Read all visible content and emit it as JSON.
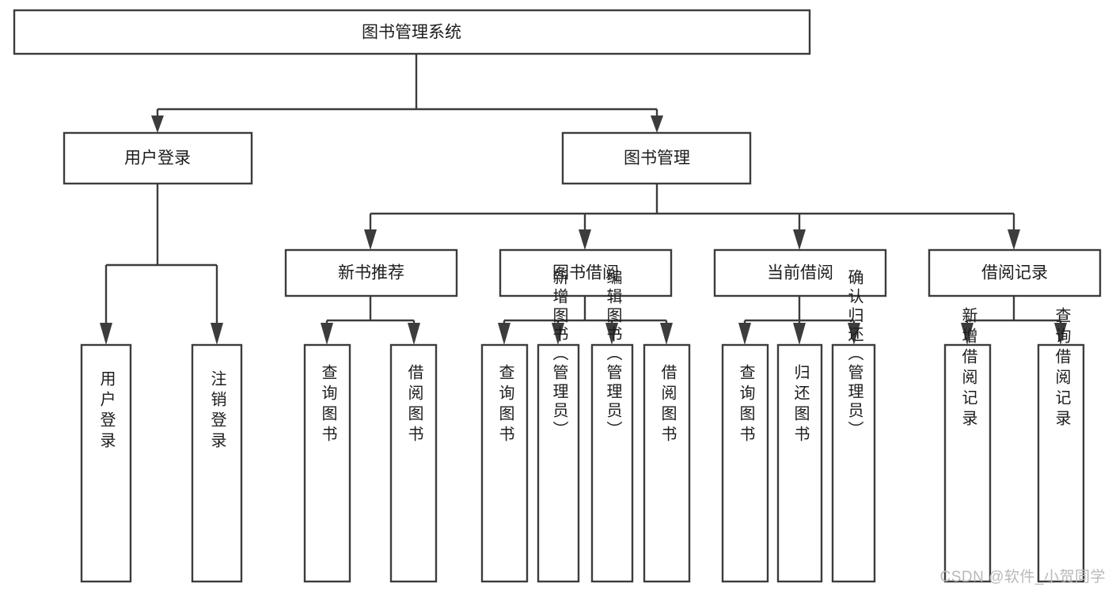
{
  "diagram": {
    "type": "tree-hierarchy-chart",
    "title": "图书管理系统",
    "colors": {
      "box_fill": "#ffffff",
      "box_stroke": "#3c3c3c",
      "text": "#1c1c1c",
      "background": "#ffffff",
      "watermark": "#b9b9b9"
    },
    "root": {
      "id": "root",
      "label": "图书管理系统"
    },
    "level2": [
      {
        "id": "user-login",
        "label": "用户登录"
      },
      {
        "id": "book-management",
        "label": "图书管理"
      }
    ],
    "level3": [
      {
        "id": "new-book-recommend",
        "label": "新书推荐",
        "parent": "book-management"
      },
      {
        "id": "book-borrow",
        "label": "图书借阅",
        "parent": "book-management"
      },
      {
        "id": "current-borrow",
        "label": "当前借阅",
        "parent": "book-management"
      },
      {
        "id": "borrow-record",
        "label": "借阅记录",
        "parent": "book-management"
      }
    ],
    "leaves": [
      {
        "id": "leaf-user-login",
        "label": "用户登录",
        "parent": "user-login"
      },
      {
        "id": "leaf-logout-login",
        "label": "注销登录",
        "parent": "user-login"
      },
      {
        "id": "leaf-query-book-1",
        "label": "查询图书",
        "parent": "new-book-recommend"
      },
      {
        "id": "leaf-borrow-book-1",
        "label": "借阅图书",
        "parent": "new-book-recommend"
      },
      {
        "id": "leaf-query-book-2",
        "label": "查询图书",
        "parent": "book-borrow"
      },
      {
        "id": "leaf-add-book-admin",
        "label": "新增图书（管理员）",
        "parent": "book-borrow"
      },
      {
        "id": "leaf-edit-book-admin",
        "label": "编辑图书（管理员）",
        "parent": "book-borrow"
      },
      {
        "id": "leaf-borrow-book-2",
        "label": "借阅图书",
        "parent": "book-borrow"
      },
      {
        "id": "leaf-query-book-3",
        "label": "查询图书",
        "parent": "current-borrow"
      },
      {
        "id": "leaf-return-book",
        "label": "归还图书",
        "parent": "current-borrow"
      },
      {
        "id": "leaf-confirm-return-admin",
        "label": "确认归还（管理员）",
        "parent": "current-borrow"
      },
      {
        "id": "leaf-add-borrow-record",
        "label": "新增借阅记录",
        "parent": "borrow-record"
      },
      {
        "id": "leaf-query-borrow-record",
        "label": "查询借阅记录",
        "parent": "borrow-record"
      }
    ]
  },
  "watermark": {
    "text": "CSDN @软件_小贺同学"
  }
}
